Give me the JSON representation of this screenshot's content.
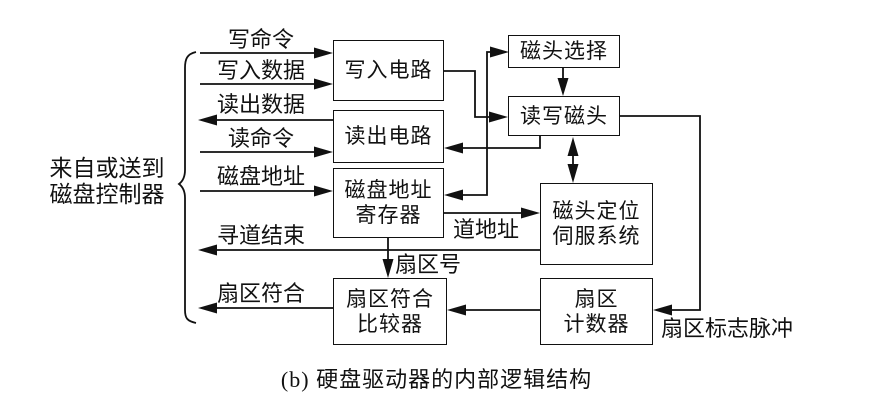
{
  "diagram": {
    "caption": "(b) 硬盘驱动器的内部逻辑结构",
    "brace_label": "来自或送到\n磁盘控制器",
    "colors": {
      "line": "#111111",
      "background": "#ffffff"
    },
    "boxes": [
      {
        "id": "write-circuit",
        "label": "写入电路"
      },
      {
        "id": "read-circuit",
        "label": "读出电路"
      },
      {
        "id": "disk-address-register",
        "label": "磁盘地址\n寄存器"
      },
      {
        "id": "head-select",
        "label": "磁头选择"
      },
      {
        "id": "rw-head",
        "label": "读写磁头"
      },
      {
        "id": "head-servo",
        "label": "磁头定位\n伺服系统"
      },
      {
        "id": "sector-comparator",
        "label": "扇区符合\n比较器"
      },
      {
        "id": "sector-counter",
        "label": "扇区\n计数器"
      }
    ],
    "bus_signals": [
      {
        "label": "写命令",
        "direction": "to-drive"
      },
      {
        "label": "写入数据",
        "direction": "to-drive"
      },
      {
        "label": "读出数据",
        "direction": "to-controller"
      },
      {
        "label": "读命令",
        "direction": "to-drive"
      },
      {
        "label": "磁盘地址",
        "direction": "to-drive"
      },
      {
        "label": "寻道结束",
        "direction": "to-controller"
      },
      {
        "label": "扇区符合",
        "direction": "to-controller"
      }
    ],
    "inline_labels": [
      {
        "id": "track-address",
        "label": "道地址"
      },
      {
        "id": "sector-number",
        "label": "扇区号"
      },
      {
        "id": "sector-mark-pulse",
        "label": "扇区标志脉冲"
      }
    ]
  }
}
